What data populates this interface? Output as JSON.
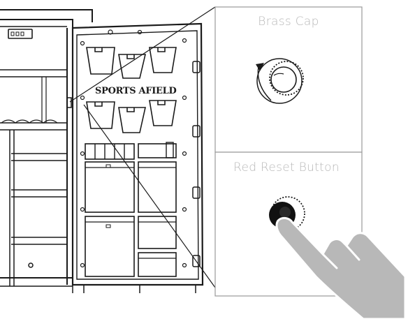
{
  "brand": "SPORTS AFIELD",
  "callouts": {
    "top_label": "Brass Cap",
    "bottom_label": "Red Reset Button"
  },
  "colors": {
    "line": "#1a1a1a",
    "panel_line": "#9a9a9a",
    "panel_bg": "#f4f4f4",
    "label": "#b9b9b9",
    "hand_fill": "#b8b8b8",
    "button_fill": "#111111"
  },
  "icons": [
    "brass-cap-dial-icon",
    "rotate-arrow-icon",
    "red-reset-button-icon",
    "pointing-hand-icon"
  ]
}
